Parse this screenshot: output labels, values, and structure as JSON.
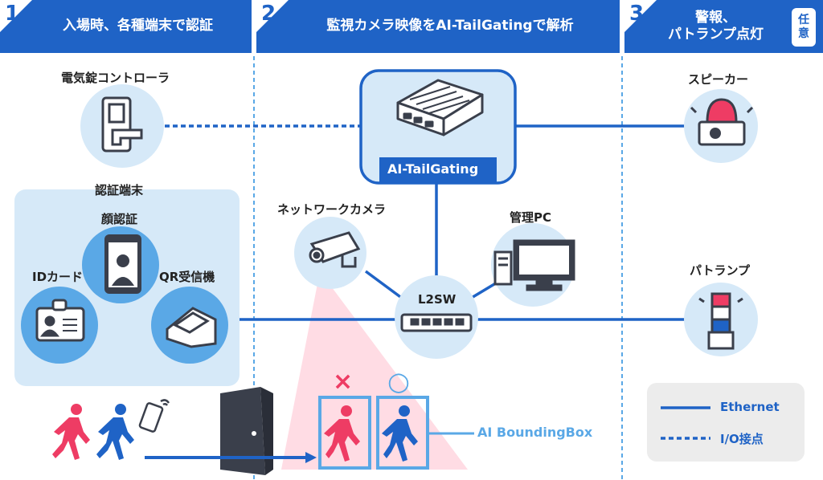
{
  "headers": [
    {
      "num": "1",
      "title": "入場時、各種端末で認証"
    },
    {
      "num": "2",
      "title": "監視カメラ映像をAI-TailGatingで解析"
    },
    {
      "num": "3",
      "title_line1": "警報、",
      "title_line2": "パトランプ点灯",
      "badge_line1": "任",
      "badge_line2": "意"
    }
  ],
  "labels": {
    "lock_controller": "電気錠コントローラ",
    "auth_terminal": "認証端末",
    "face_auth": "顔認証",
    "id_card": "IDカード",
    "qr_reader": "QR受信機",
    "network_camera": "ネットワークカメラ",
    "management_pc": "管理PC",
    "l2sw": "L2SW",
    "ai_tailgating": "AI-TailGating",
    "speaker": "スピーカー",
    "patlamp": "パトランプ",
    "ai_bbox": "AI BoundingBox",
    "mark_ng": "×",
    "mark_ok": "○"
  },
  "legend": {
    "ethernet": "Ethernet",
    "io": "I/O接点"
  },
  "colors": {
    "brand_blue": "#1f63c6",
    "light_blue": "#d6e9f8",
    "pink": "#ee3c64",
    "bbox_blue": "#5aa8e6",
    "dark": "#3a3f4b"
  }
}
